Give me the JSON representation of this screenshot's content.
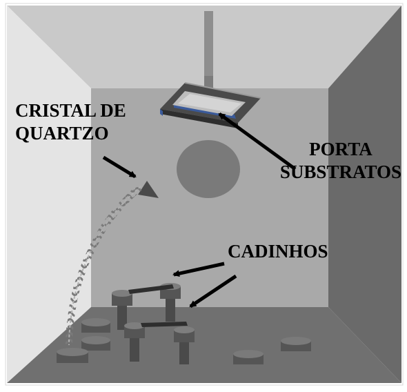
{
  "labels": {
    "crystal": [
      "CRISTAL DE",
      "QUARTZO"
    ],
    "substrate_holder": [
      "PORTA",
      "SUBSTRATOS"
    ],
    "crucibles": "CADINHOS"
  },
  "colors": {
    "left_wall": "#e4e4e4",
    "right_wall": "#6a6a6a",
    "ceiling": "#c9c9c9",
    "back_wall": "#a9a9a9",
    "floor": "#707070",
    "rod": "#8e8e8e",
    "holder_frame": "#4a4a4a",
    "holder_accent": "#3a5a9a",
    "crucible": "#555555",
    "arrow": "#000000"
  }
}
